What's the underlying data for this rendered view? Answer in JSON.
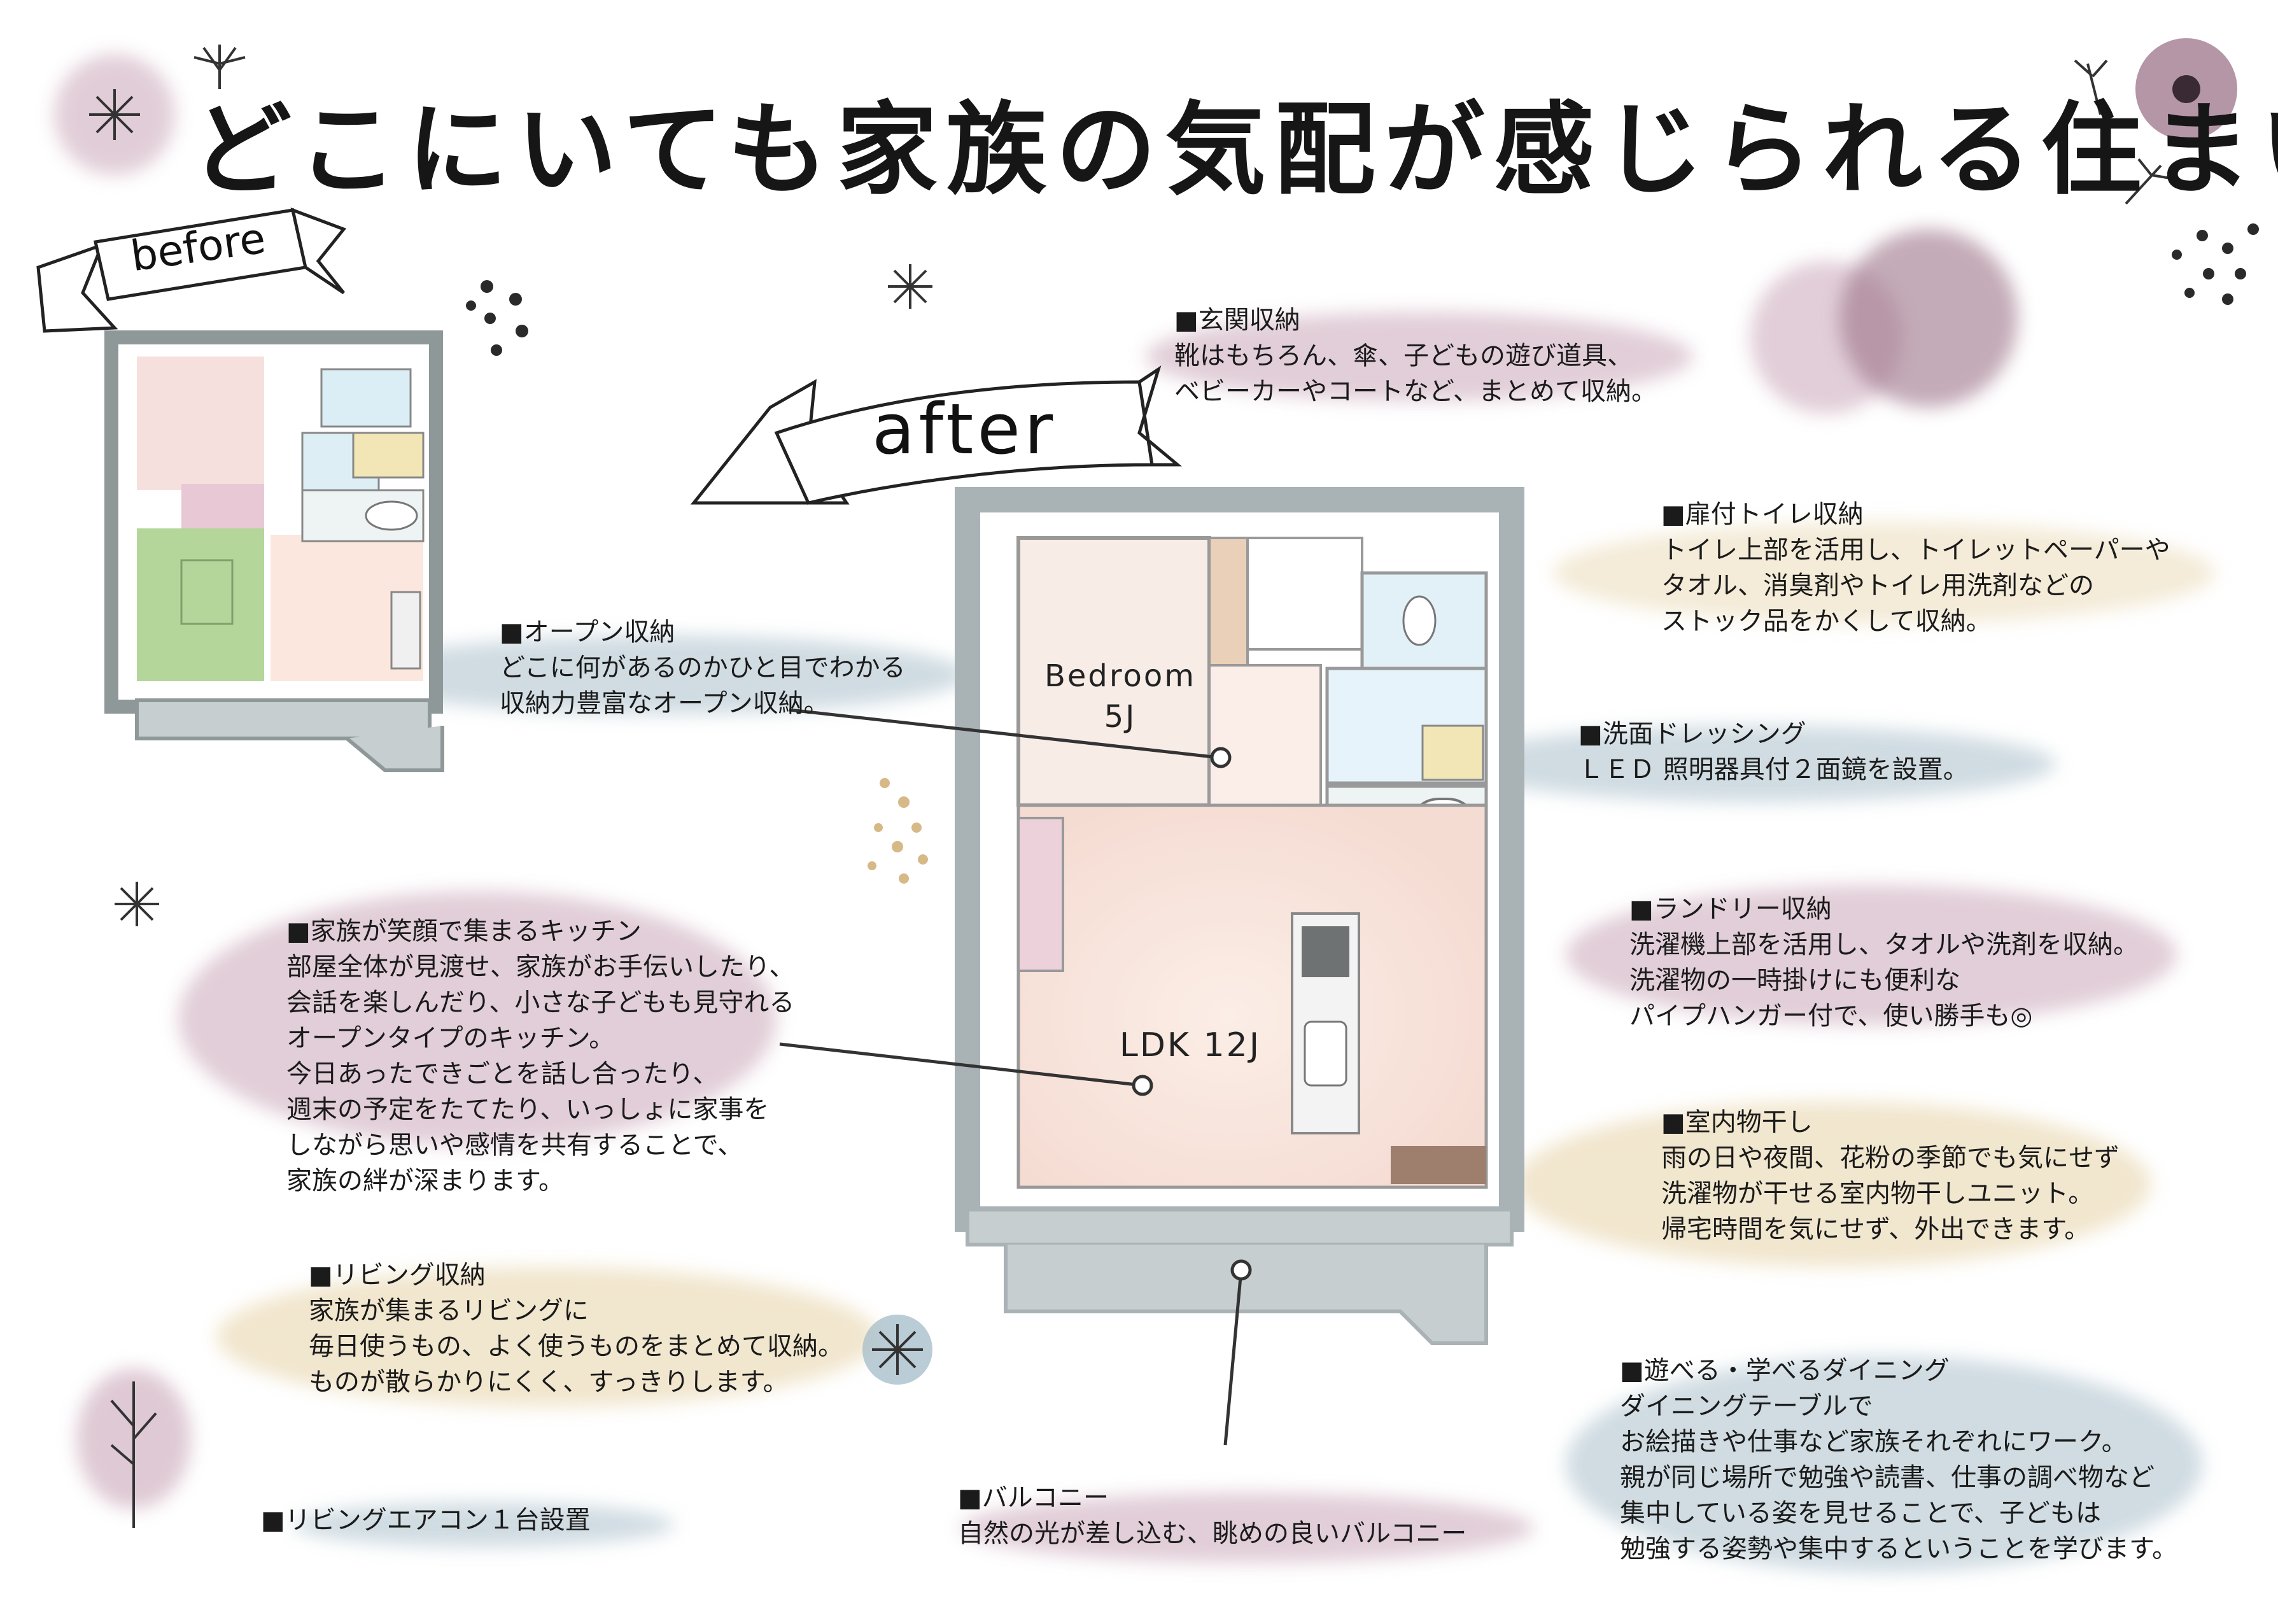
{
  "title": "どこにいても家族の気配が感じられる住まい",
  "before_label": "before",
  "after_label": "after",
  "rooms": {
    "bedroom_name": "Bedroom",
    "bedroom_size": "5J",
    "ldk": "LDK 12J"
  },
  "notes": {
    "entrance": {
      "heading": "■玄関収納",
      "lines": [
        "靴はもちろん、傘、子どもの遊び道具、",
        "ベビーカーやコートなど、まとめて収納。"
      ]
    },
    "toilet": {
      "heading": "■扉付トイレ収納",
      "lines": [
        "トイレ上部を活用し、トイレットペーパーや",
        "タオル、消臭剤やトイレ用洗剤などの",
        "ストック品をかくして収納。"
      ]
    },
    "open_storage": {
      "heading": "■オープン収納",
      "lines": [
        "どこに何があるのかひと目でわかる",
        "収納力豊富なオープン収納。"
      ]
    },
    "dressing": {
      "heading": "■洗面ドレッシング",
      "lines": [
        "ＬＥＤ 照明器具付２面鏡を設置。"
      ]
    },
    "kitchen": {
      "heading": "■家族が笑顔で集まるキッチン",
      "lines": [
        "部屋全体が見渡せ、家族がお手伝いしたり、",
        "会話を楽しんだり、小さな子どもも見守れる",
        "オープンタイプのキッチン。",
        "今日あったできごとを話し合ったり、",
        "週末の予定をたてたり、いっしょに家事を",
        "しながら思いや感情を共有することで、",
        "家族の絆が深まります。"
      ]
    },
    "laundry": {
      "heading": "■ランドリー収納",
      "lines": [
        "洗濯機上部を活用し、タオルや洗剤を収納。",
        "洗濯物の一時掛けにも便利な",
        "パイプハンガー付で、使い勝手も◎"
      ]
    },
    "drying": {
      "heading": "■室内物干し",
      "lines": [
        "雨の日や夜間、花粉の季節でも気にせず",
        "洗濯物が干せる室内物干しユニット。",
        "帰宅時間を気にせず、外出できます。"
      ]
    },
    "living_storage": {
      "heading": "■リビング収納",
      "lines": [
        "家族が集まるリビングに",
        "毎日使うもの、よく使うものをまとめて収納。",
        "ものが散らかりにくく、すっきりします。"
      ]
    },
    "dining": {
      "heading": "■遊べる・学べるダイニング",
      "lines": [
        "ダイニングテーブルで",
        "お絵描きや仕事など家族それぞれにワーク。",
        "親が同じ場所で勉強や読書、仕事の調べ物など",
        "集中している姿を見せることで、子どもは",
        "勉強する姿勢や集中するということを学びます。"
      ]
    },
    "aircon": {
      "heading": "■リビングエアコン１台設置",
      "lines": []
    },
    "balcony": {
      "heading": "■バルコニー",
      "lines": [
        "自然の光が差し込む、眺めの良いバルコニー"
      ]
    }
  },
  "colors": {
    "mauve": "#c9a6b8",
    "blue": "#a9bfcb",
    "sand": "#e6d2a6",
    "wall": "#a9b2b4",
    "floor": "#f7e2dc",
    "tatami": "#b4d69b"
  }
}
